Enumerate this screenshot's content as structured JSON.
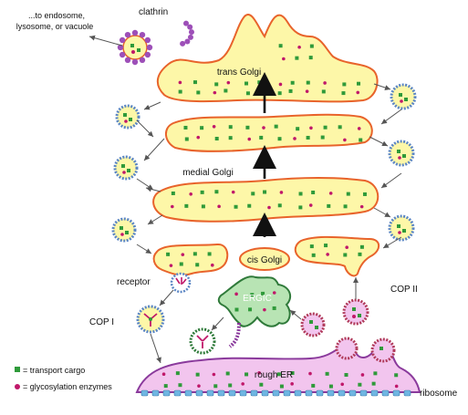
{
  "labels": {
    "clathrin": "clathrin",
    "destination_line1": "...to endosome,",
    "destination_line2": "lysosome, or vacuole",
    "trans_golgi": "trans Golgi",
    "medial_golgi": "medial Golgi",
    "cis_golgi": "cis Golgi",
    "receptor": "receptor",
    "ergic": "ERGIC",
    "cop1": "COP I",
    "cop2": "COP II",
    "rough_er": "rough ER",
    "ribosome": "ribosome"
  },
  "legend": {
    "cargo": "= transport cargo",
    "enzymes": "= glycosylation enzymes"
  },
  "colors": {
    "cisterna_fill": "#fdf7a8",
    "cisterna_stroke": "#e8632b",
    "er_fill": "#f2c5ee",
    "er_stroke": "#8a3a9c",
    "ergic_fill": "#b8e4b4",
    "ergic_stroke": "#2f7a3a",
    "cargo": "#2f9a3a",
    "enzyme": "#c0186a",
    "vesicle_coat": "#5b86c4",
    "clathrin": "#9d4fb8",
    "cop2_coat": "#b03a5a",
    "ribosome": "#6fb6e2"
  }
}
